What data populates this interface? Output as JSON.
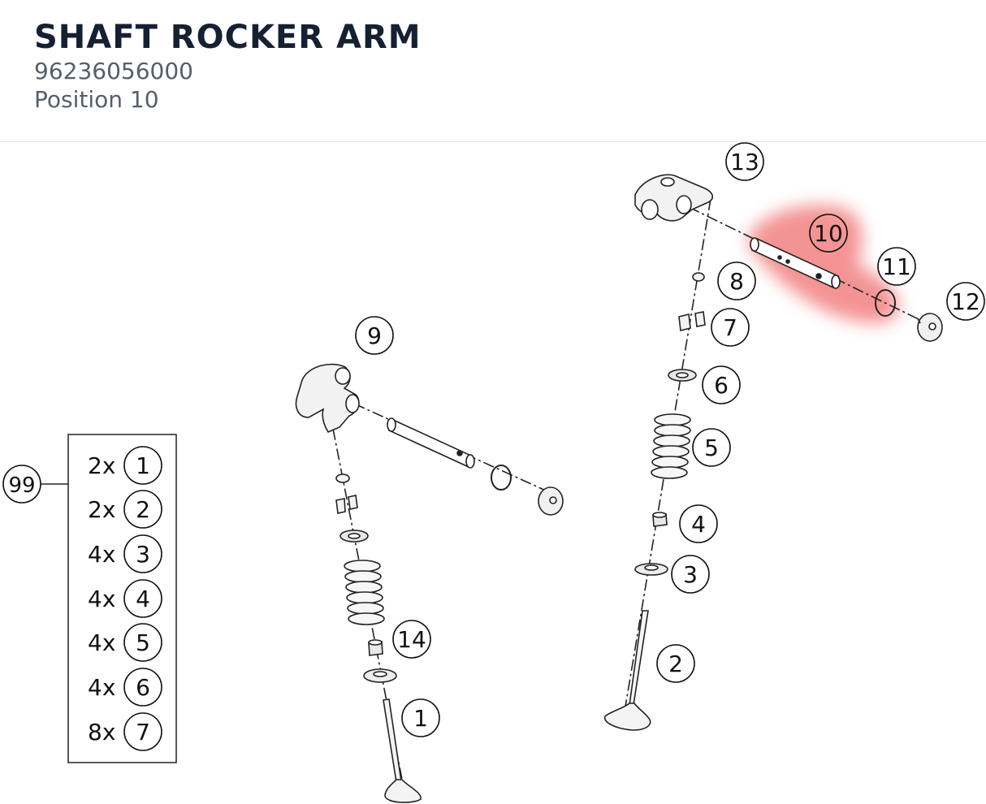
{
  "header": {
    "title": "SHAFT ROCKER ARM",
    "part_number": "96236056000",
    "position": "Position 10"
  },
  "highlight_color": "#f07070",
  "callouts": [
    {
      "label": "1"
    },
    {
      "label": "2"
    },
    {
      "label": "3"
    },
    {
      "label": "4"
    },
    {
      "label": "5"
    },
    {
      "label": "6"
    },
    {
      "label": "7"
    },
    {
      "label": "8"
    },
    {
      "label": "9"
    },
    {
      "label": "10"
    },
    {
      "label": "11"
    },
    {
      "label": "12"
    },
    {
      "label": "13"
    },
    {
      "label": "14"
    }
  ],
  "kit": {
    "label": "99",
    "rows": [
      {
        "qty": "2x",
        "ref": "1"
      },
      {
        "qty": "2x",
        "ref": "2"
      },
      {
        "qty": "4x",
        "ref": "3"
      },
      {
        "qty": "4x",
        "ref": "4"
      },
      {
        "qty": "4x",
        "ref": "5"
      },
      {
        "qty": "4x",
        "ref": "6"
      },
      {
        "qty": "8x",
        "ref": "7"
      }
    ]
  }
}
